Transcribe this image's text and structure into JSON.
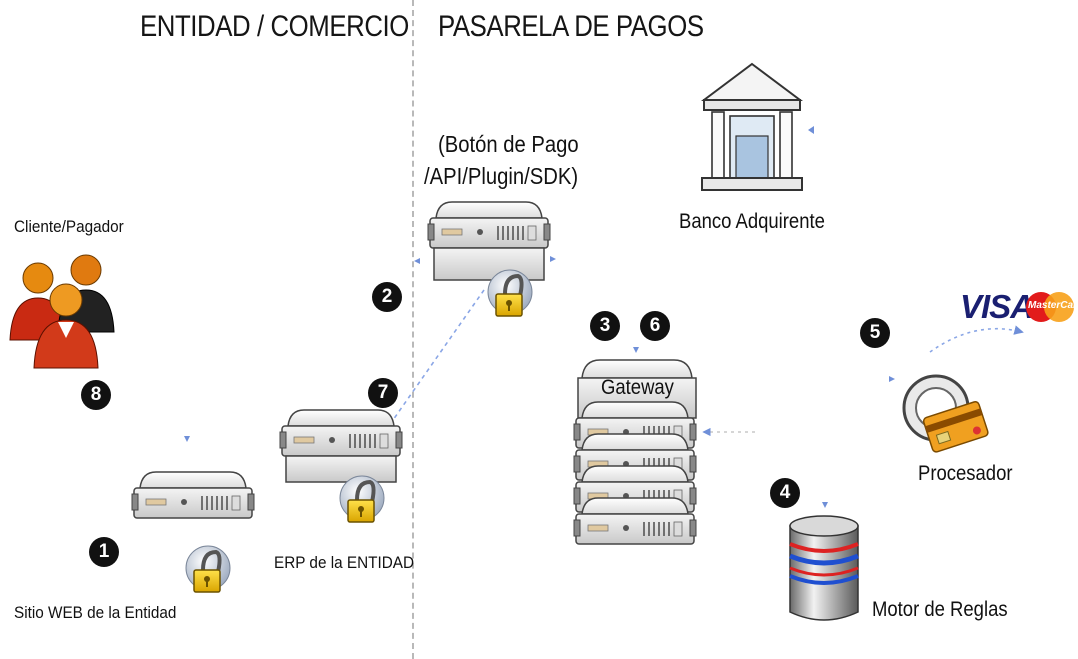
{
  "sections": {
    "left_title": "ENTIDAD / COMERCIO",
    "right_title": "PASARELA DE PAGOS"
  },
  "labels": {
    "cliente": "Cliente/Pagador",
    "sitio_web": "Sitio WEB de la Entidad",
    "erp": "ERP de la ENTIDAD",
    "boton_line1": "(Botón de Pago",
    "boton_line2": "/API/Plugin/SDK)",
    "banco": "Banco Adquirente",
    "gateway": "Gateway",
    "procesador": "Procesador",
    "motor": "Motor de Reglas"
  },
  "steps": [
    "1",
    "2",
    "3",
    "4",
    "5",
    "6",
    "7",
    "8"
  ],
  "brands": {
    "visa": "VISA",
    "mastercard": "MasterCard"
  },
  "colors": {
    "divider": "#b9b9b9",
    "arrow": "#6f8fd8",
    "step_bg": "#111111",
    "lock": "#f2c400",
    "visa_blue": "#1a1f71"
  },
  "icons": [
    "user-group-icon",
    "server-icon",
    "padlock-icon",
    "bank-icon",
    "gateway-server-stack-icon",
    "database-icon",
    "card-processor-icon"
  ]
}
